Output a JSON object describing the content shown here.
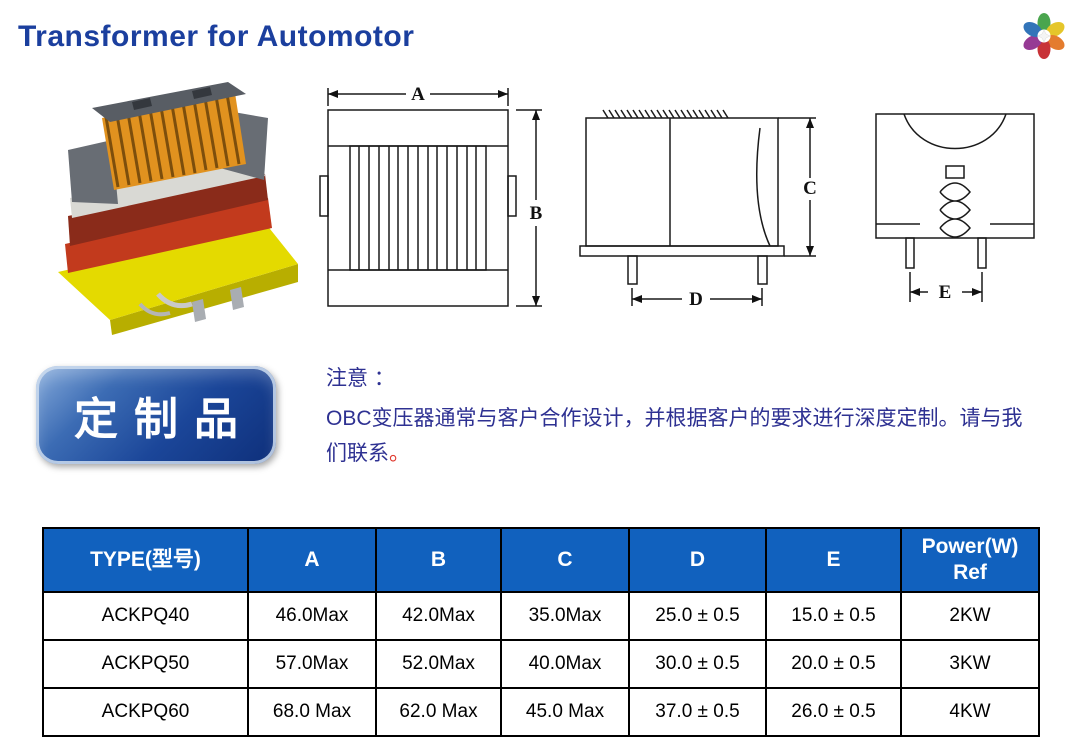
{
  "page": {
    "title": "Transformer for Automotor"
  },
  "colors": {
    "title_blue": "#1b3f9e",
    "table_header_blue": "#1161be",
    "badge_blue_dark": "#0e2f7a",
    "note_text_blue": "#2e3192",
    "period_red": "#e03a2f",
    "fin_orange": "#e1921f",
    "base_yellow": "#e4da00"
  },
  "icons": {
    "logo": "flower-pinwheel-logo"
  },
  "badge": {
    "label": "定制品"
  },
  "note": {
    "heading": "注意 ：",
    "body": "OBC变压器通常与客户合作设计，并根据客户的要求进行深度定制。请与我们联系",
    "period": "。"
  },
  "dims": {
    "a": "A",
    "b": "B",
    "c": "C",
    "d": "D",
    "e": "E"
  },
  "table": {
    "headers": [
      "TYPE(型号)",
      "A",
      "B",
      "C",
      "D",
      "E",
      "Power(W)\nRef"
    ],
    "rows": [
      [
        "ACKPQ40",
        "46.0Max",
        "42.0Max",
        "35.0Max",
        "25.0 ± 0.5",
        "15.0 ± 0.5",
        "2KW"
      ],
      [
        "ACKPQ50",
        "57.0Max",
        "52.0Max",
        "40.0Max",
        "30.0 ± 0.5",
        "20.0 ± 0.5",
        "3KW"
      ],
      [
        "ACKPQ60",
        "68.0 Max",
        "62.0 Max",
        "45.0 Max",
        "37.0 ± 0.5",
        "26.0 ± 0.5",
        "4KW"
      ]
    ]
  }
}
